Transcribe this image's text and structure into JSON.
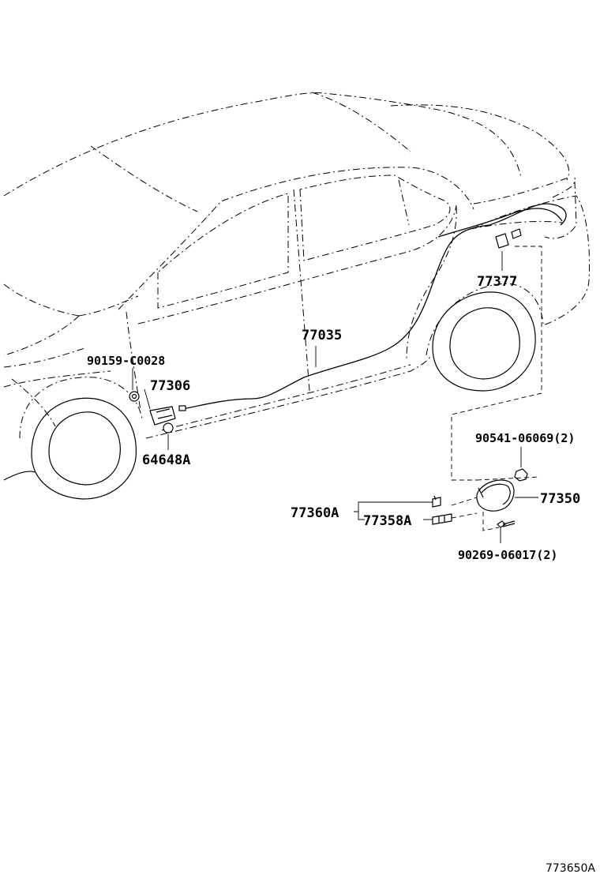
{
  "diagram": {
    "callouts": {
      "p77377": "77377",
      "p77035": "77035",
      "p90159": "90159-C0028",
      "p77306": "77306",
      "p64648": "64648A",
      "p90541": "90541-06069(2)",
      "p77350": "77350",
      "p77360": "77360A",
      "p77358": "77358A",
      "p90269": "90269-06017(2)"
    },
    "figure_id": "773650A"
  }
}
